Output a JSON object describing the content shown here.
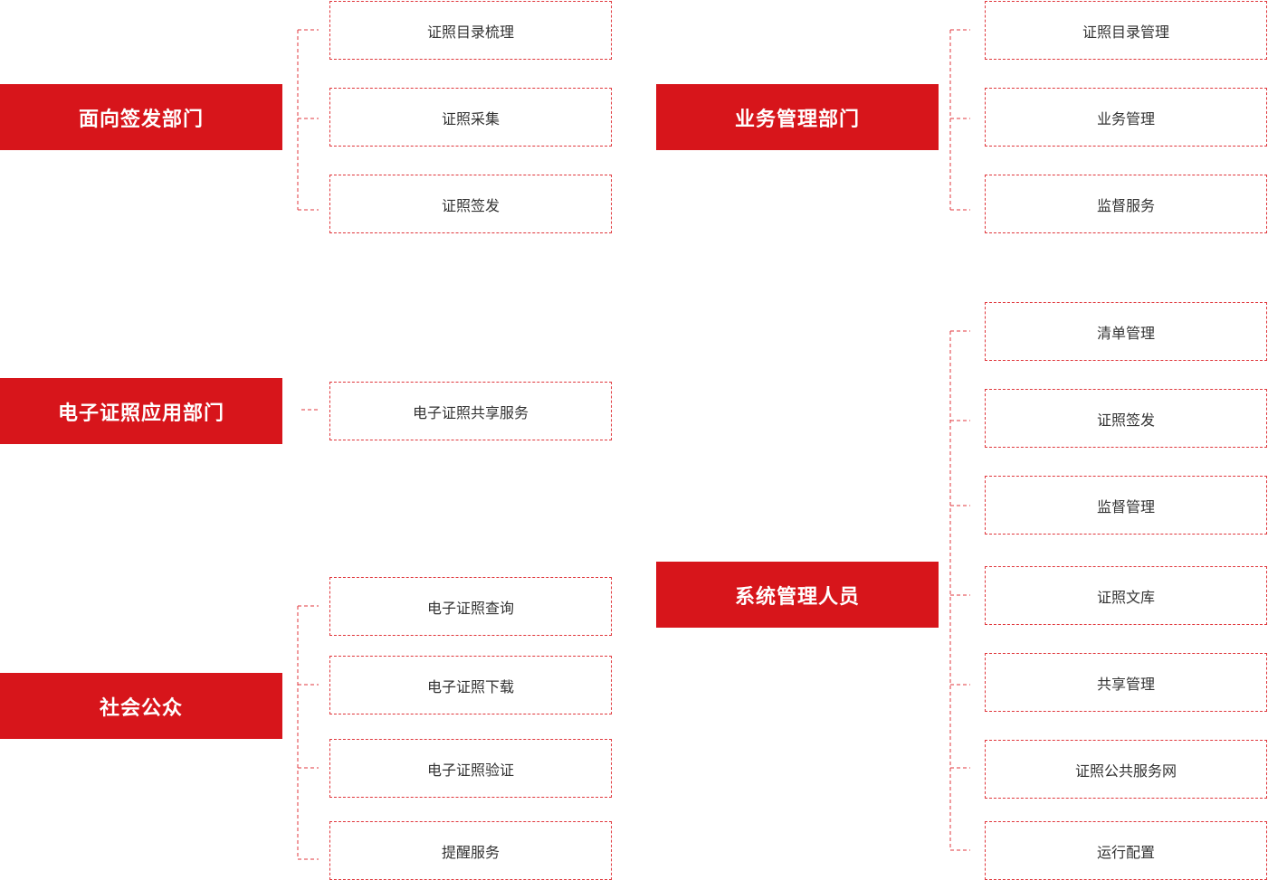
{
  "colors": {
    "accent": "#d7151b",
    "dash": "#e0373c",
    "text": "#333333"
  },
  "groups": [
    {
      "id": "issuing",
      "role": "面向签发部门",
      "items": [
        "证照目录梳理",
        "证照采集",
        "证照签发"
      ]
    },
    {
      "id": "app",
      "role": "电子证照应用部门",
      "items": [
        "电子证照共享服务"
      ]
    },
    {
      "id": "public",
      "role": "社会公众",
      "items": [
        "电子证照查询",
        "电子证照下载",
        "电子证照验证",
        "提醒服务"
      ]
    },
    {
      "id": "business",
      "role": "业务管理部门",
      "items": [
        "证照目录管理",
        "业务管理",
        "监督服务"
      ]
    },
    {
      "id": "sysadmin",
      "role": "系统管理人员",
      "items": [
        "清单管理",
        "证照签发",
        "监督管理",
        "证照文库",
        "共享管理",
        "证照公共服务网",
        "运行配置"
      ]
    }
  ]
}
